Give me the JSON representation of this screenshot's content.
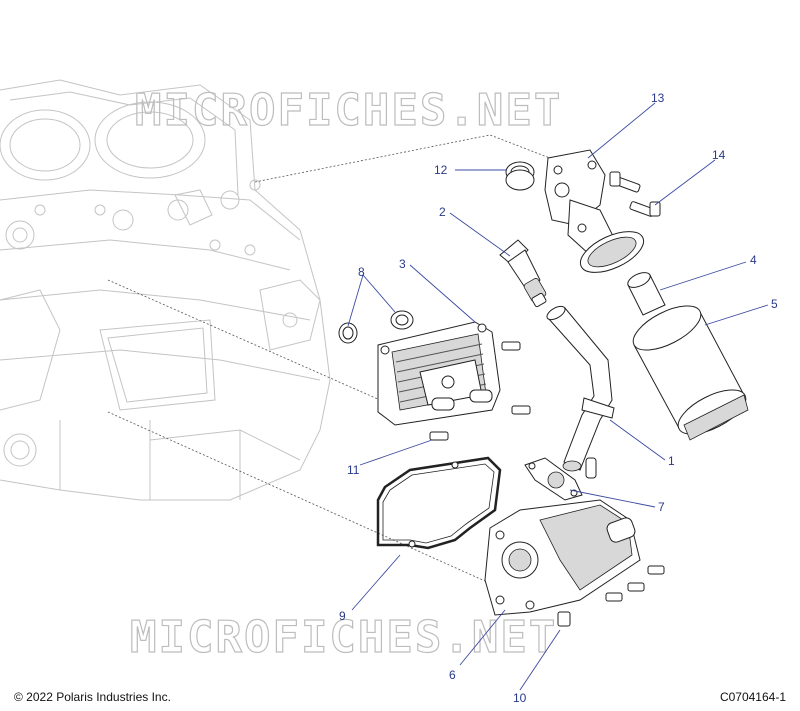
{
  "watermark": {
    "text": "MICROFICHES.NET"
  },
  "footer": {
    "copyright": "© 2022 Polaris Industries Inc.",
    "drawing_id": "C0704164-1"
  },
  "callouts": [
    {
      "number": "1",
      "part": "pipe"
    },
    {
      "number": "2",
      "part": "sensor"
    },
    {
      "number": "3",
      "part": "oil-cooler"
    },
    {
      "number": "4",
      "part": "nipple"
    },
    {
      "number": "5",
      "part": "oil-filter"
    },
    {
      "number": "6",
      "part": "filter-housing"
    },
    {
      "number": "7",
      "part": "gasket"
    },
    {
      "number": "8",
      "part": "o-ring"
    },
    {
      "number": "9",
      "part": "gasket-large"
    },
    {
      "number": "10",
      "part": "bolt"
    },
    {
      "number": "11",
      "part": "bolt"
    },
    {
      "number": "12",
      "part": "seal-ring"
    },
    {
      "number": "13",
      "part": "adapter"
    },
    {
      "number": "14",
      "part": "bolt"
    }
  ],
  "colors": {
    "callout": "#2a3a8c",
    "engine_outline": "#c4c4c4",
    "watermark": "#bdbdbd"
  }
}
